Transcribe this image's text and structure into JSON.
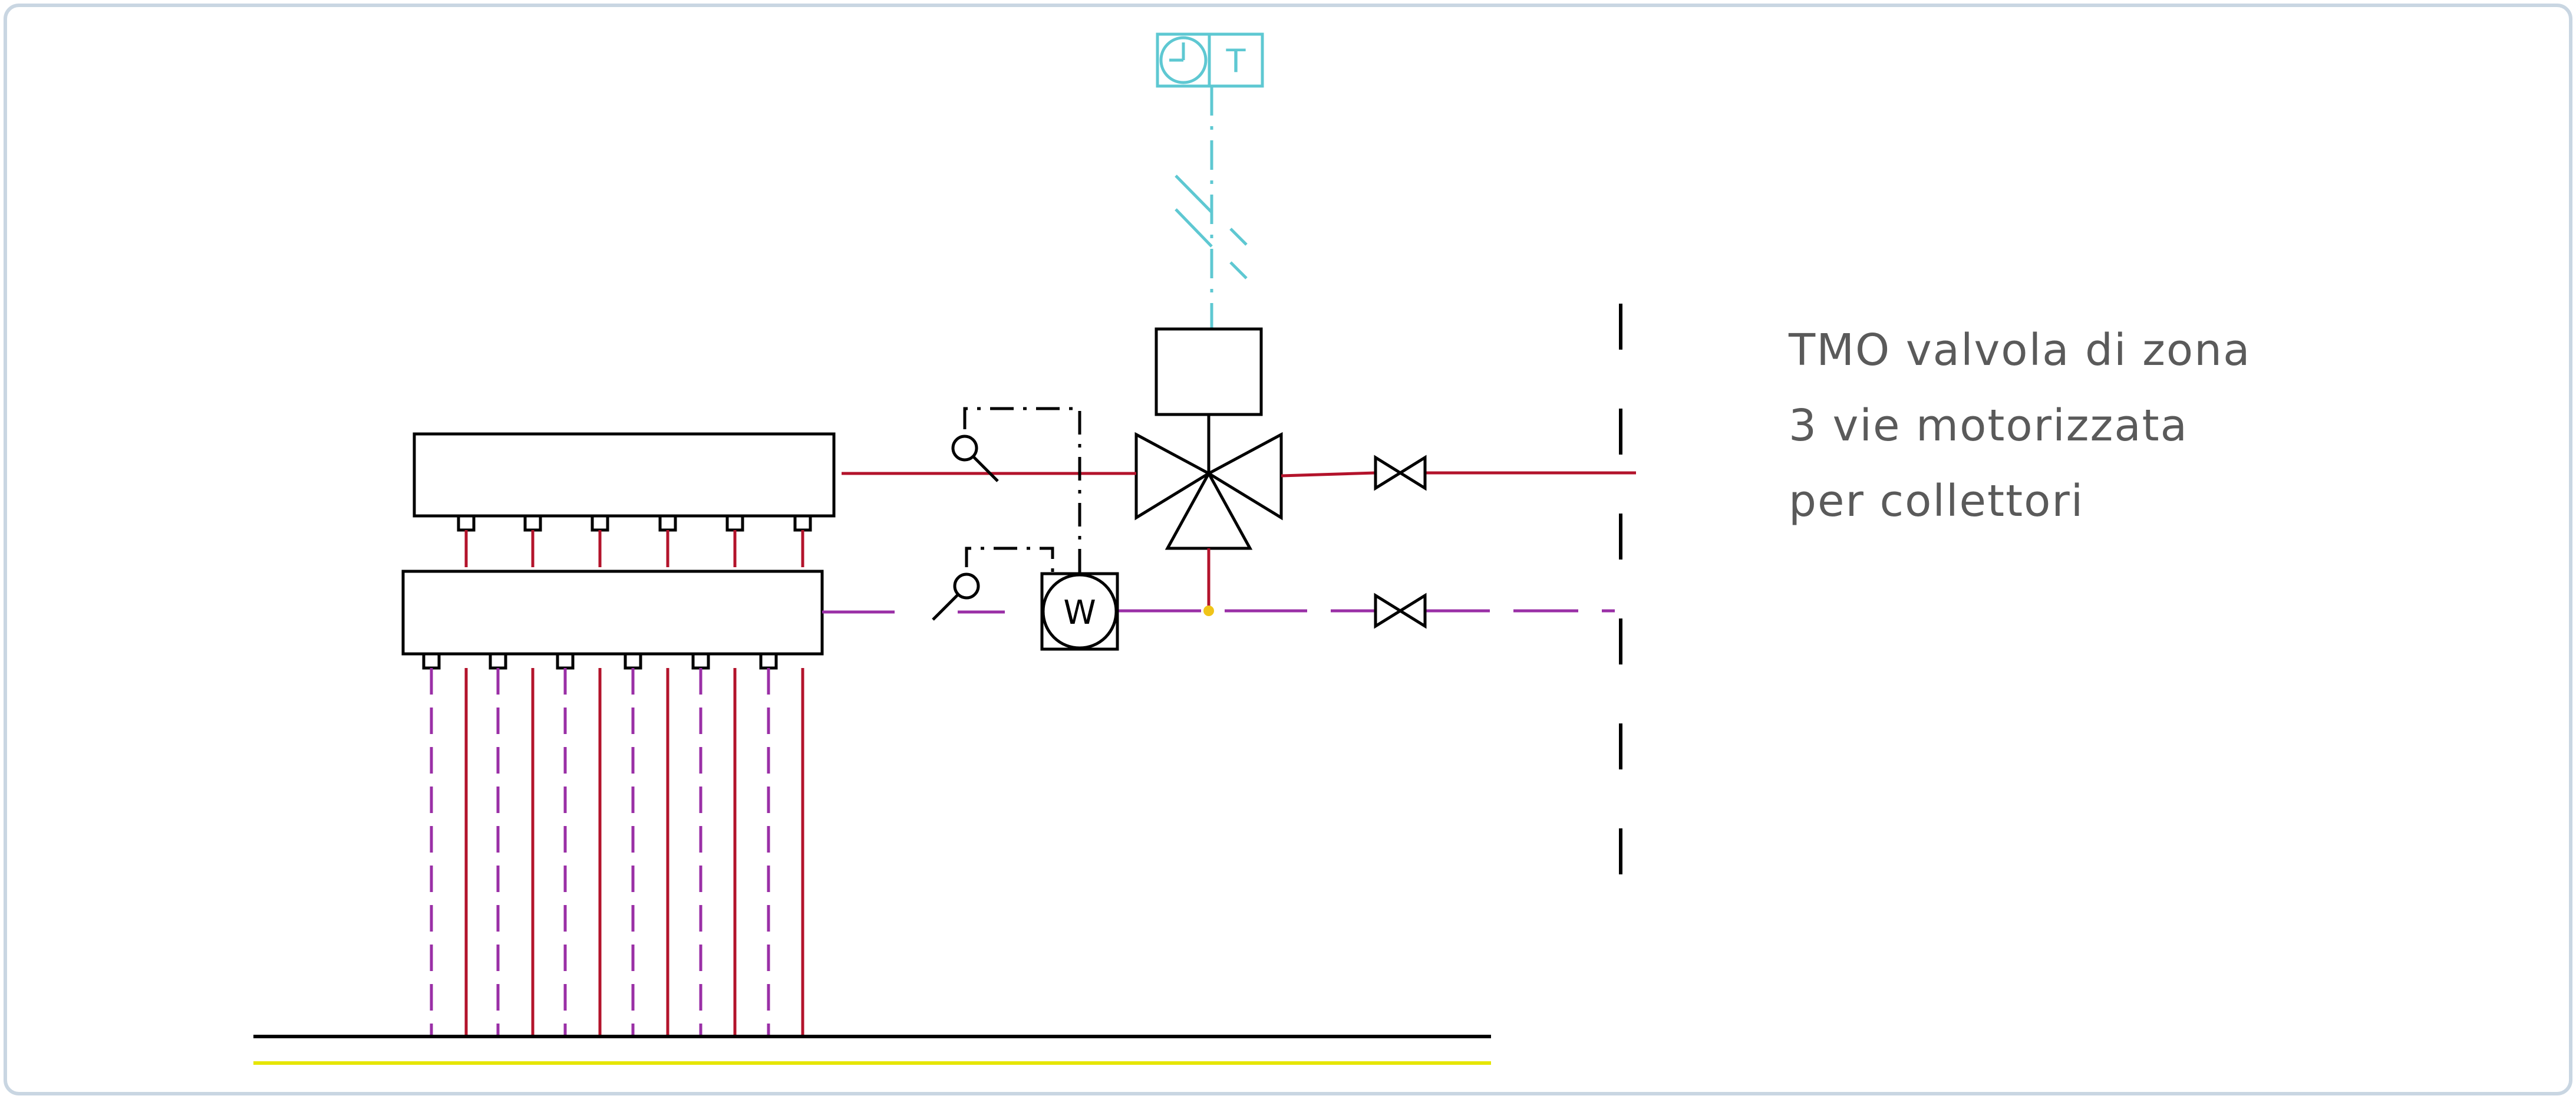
{
  "description": {
    "line1": "TMO valvola di zona",
    "line2": "3 vie motorizzata",
    "line3": "per collettori"
  },
  "symbols": {
    "motor_letter": "W",
    "thermostat_letter": "T"
  },
  "colors": {
    "frame": "#c9d6e2",
    "supply_line": "#b3132b",
    "return_line": "#9a2fa6",
    "control_line": "#5ec8d2",
    "outline": "#000000",
    "floor_line": "#000000",
    "floor_insulation": "#e6e600",
    "junction_dot": "#f0c419",
    "caption_text": "#5a5a5a"
  }
}
